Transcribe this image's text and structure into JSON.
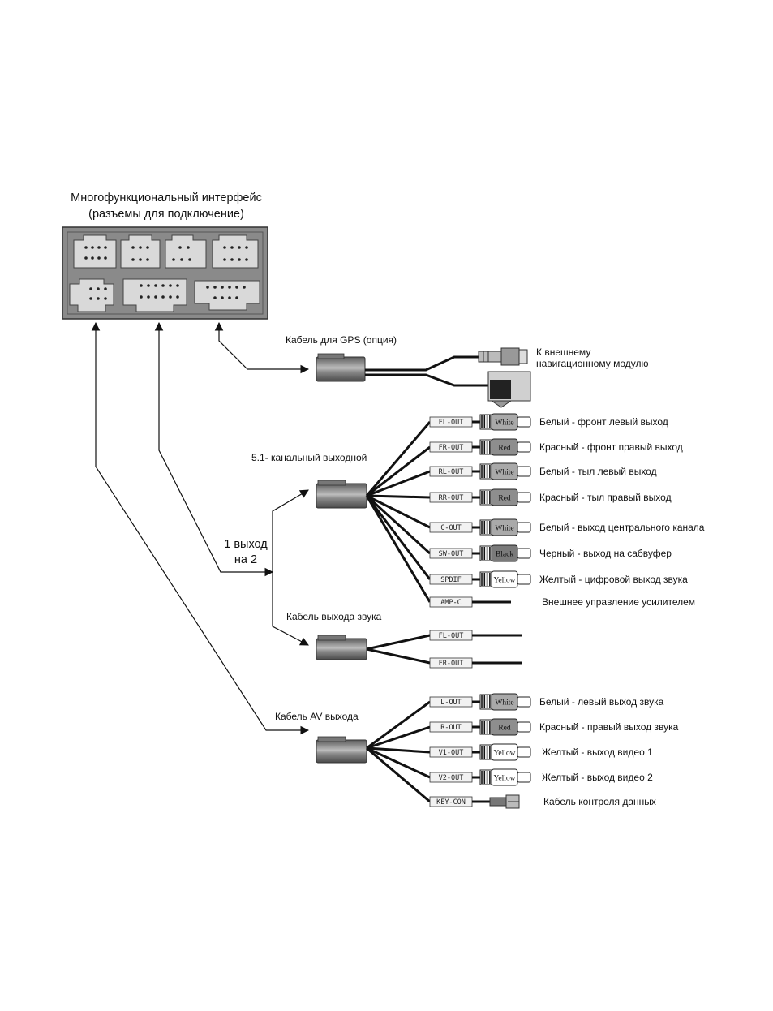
{
  "interface": {
    "title_line1": "Многофункциональный интерфейс",
    "title_line2": "(разъемы для подключение)"
  },
  "split_label": {
    "line1": "1 выход",
    "line2": "на 2"
  },
  "gps": {
    "label": "Кабель для GPS (опция)",
    "target_line1": "К внешнему",
    "target_line2": "навигационному модулю"
  },
  "ch51": {
    "label": "5.1- канальный выходной",
    "outputs": [
      {
        "tag": "FL-OUT",
        "plug": "White",
        "desc": "Белый - фронт левый выход"
      },
      {
        "tag": "FR-OUT",
        "plug": "Red",
        "desc": "Красный - фронт правый выход"
      },
      {
        "tag": "RL-OUT",
        "plug": "White",
        "desc": "Белый - тыл левый выход"
      },
      {
        "tag": "RR-OUT",
        "plug": "Red",
        "desc": "Красный - тыл правый выход"
      },
      {
        "tag": "C-OUT",
        "plug": "White",
        "desc": "Белый - выход центрального канала"
      },
      {
        "tag": "SW-OUT",
        "plug": "Black",
        "desc": "Черный - выход на сабвуфер"
      },
      {
        "tag": "SPDIF",
        "plug": "Yellow",
        "desc": "Желтый - цифровой выход звука"
      },
      {
        "tag": "AMP-C",
        "plug": "",
        "desc": "Внешнее управление усилителем"
      }
    ]
  },
  "sound": {
    "label": "Кабель выхода звука",
    "outputs": [
      {
        "tag": "FL-OUT"
      },
      {
        "tag": "FR-OUT"
      }
    ]
  },
  "av": {
    "label": "Кабель AV выхода",
    "outputs": [
      {
        "tag": "L-OUT",
        "plug": "White",
        "desc": "Белый - левый выход звука"
      },
      {
        "tag": "R-OUT",
        "plug": "Red",
        "desc": "Красный - правый выход звука"
      },
      {
        "tag": "V1-OUT",
        "plug": "Yellow",
        "desc": "Желтый - выход видео 1"
      },
      {
        "tag": "V2-OUT",
        "plug": "Yellow",
        "desc": "Желтый - выход видео 2"
      },
      {
        "tag": "KEY-CON",
        "plug": "",
        "desc": "Кабель контроля данных"
      }
    ]
  },
  "colors": {
    "panel": "#8a8a8a",
    "slot": "#d9d9d9",
    "plug_white": "#a9a9a9",
    "plug_red": "#8e8e8e",
    "plug_black": "#7a7a7a",
    "plug_yellow": "#ffffff"
  }
}
